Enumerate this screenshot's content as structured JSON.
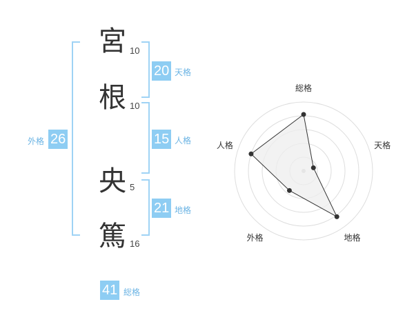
{
  "name": {
    "chars": [
      {
        "char": "宮",
        "strokes": "10"
      },
      {
        "char": "根",
        "strokes": "10"
      },
      {
        "char": "央",
        "strokes": "5"
      },
      {
        "char": "篤",
        "strokes": "16"
      }
    ]
  },
  "fortunes": {
    "tenkaku": {
      "value": "20",
      "label": "天格"
    },
    "jinkaku": {
      "value": "15",
      "label": "人格"
    },
    "chikaku": {
      "value": "21",
      "label": "地格"
    },
    "gaikaku": {
      "value": "26",
      "label": "外格"
    },
    "soukaku": {
      "value": "41",
      "label": "総格"
    }
  },
  "chart_data": {
    "type": "radar",
    "axes": [
      "総格",
      "天格",
      "地格",
      "外格",
      "人格"
    ],
    "values": [
      0.82,
      0.15,
      0.82,
      0.35,
      0.8
    ],
    "rings": 5,
    "colors": {
      "fill": "#ededed",
      "line": "#333333",
      "grid": "#dddddd",
      "point": "#333333"
    }
  }
}
